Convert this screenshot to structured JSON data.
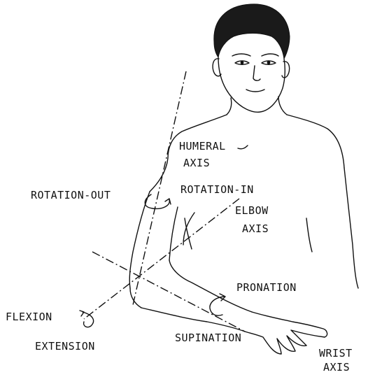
{
  "labels": {
    "humeral_axis_line1": "HUMERAL",
    "humeral_axis_line2": "AXIS",
    "rotation_out": "ROTATION-OUT",
    "rotation_in": "ROTATION-IN",
    "elbow_axis_line1": "ELBOW",
    "elbow_axis_line2": "AXIS",
    "pronation": "PRONATION",
    "flexion": "FLEXION",
    "extension": "EXTENSION",
    "supination": "SUPINATION",
    "wrist_axis_line1": "WRIST",
    "wrist_axis_line2": "AXIS"
  }
}
